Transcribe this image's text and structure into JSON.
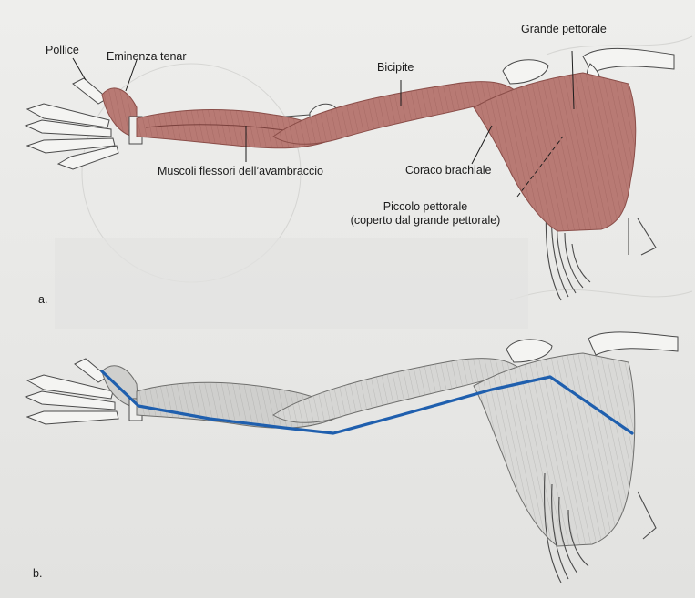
{
  "panels": {
    "a": "a.",
    "b": "b."
  },
  "labels": {
    "pollice": "Pollice",
    "eminenza": "Eminenza tenar",
    "bicipite": "Bicipite",
    "grande": "Grande pettorale",
    "flessori": "Muscoli flessori dell’avambraccio",
    "coraco": "Coraco brachiale",
    "piccolo1": "Piccolo pettorale",
    "piccolo2": "(coperto dal grande pettorale)"
  },
  "colors": {
    "muscle": "#b87a74",
    "muscle_line": "#8a4d48",
    "gray_muscle": "#cfcfcd",
    "bone_line": "#4a4a4a",
    "blue_line": "#1f5fae"
  }
}
